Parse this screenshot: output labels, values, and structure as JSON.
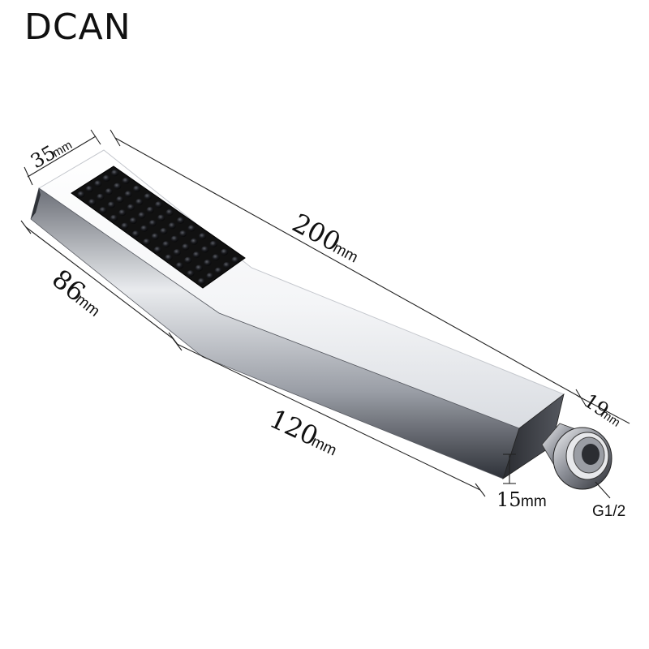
{
  "brand": "DCAN",
  "dimensions": {
    "width_top": {
      "value": "35",
      "unit": "mm"
    },
    "overall_length": {
      "value": "200",
      "unit": "mm"
    },
    "head_length": {
      "value": "86",
      "unit": "mm"
    },
    "handle_length": {
      "value": "120",
      "unit": "mm"
    },
    "end_width": {
      "value": "19",
      "unit": "mm"
    },
    "thickness": {
      "value": "15",
      "unit": "mm"
    }
  },
  "connector_label": "G1/2",
  "colors": {
    "chrome_light": "#ffffff",
    "chrome_mid": "#c9ccd2",
    "chrome_dark": "#3a3d44",
    "nozzle_plate": "#111111",
    "text": "#111111"
  }
}
